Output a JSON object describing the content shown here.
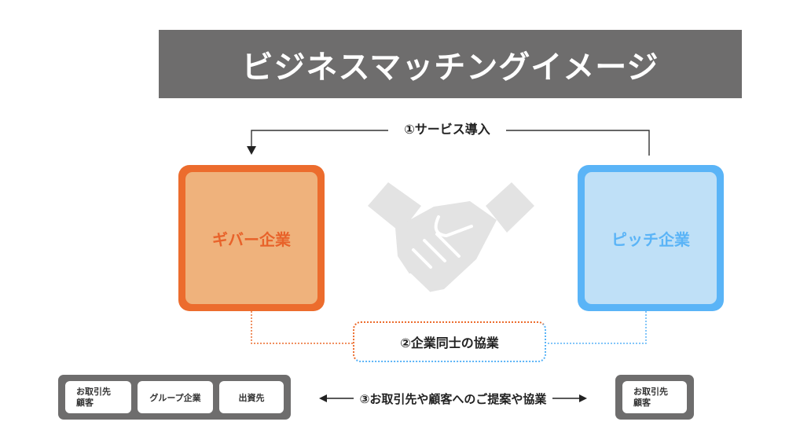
{
  "title": "ビジネスマッチングイメージ",
  "step1_label": "①サービス導入",
  "giver_label": "ギバー企業",
  "pitch_label": "ピッチ企業",
  "collab_label": "②企業同士の協業",
  "step3_label": "③お取引先や顧客へのご提案や協業",
  "left_group": {
    "chip1_line1": "お取引先",
    "chip1_line2": "顧客",
    "chip2": "グループ企業",
    "chip3": "出資先"
  },
  "right_group": {
    "chip_line1": "お取引先",
    "chip_line2": "顧客"
  },
  "icons": {
    "center": "handshake-icon",
    "arrows": [
      "arrow-down-icon",
      "arrow-left-icon",
      "arrow-right-icon"
    ]
  },
  "colors": {
    "title_bg": "#6e6d6d",
    "giver_border": "#ec6c2d",
    "giver_fill": "#efb27c",
    "pitch_border": "#5ab4f7",
    "pitch_fill": "#bfe0f7",
    "handshake": "#e3e3e3"
  }
}
